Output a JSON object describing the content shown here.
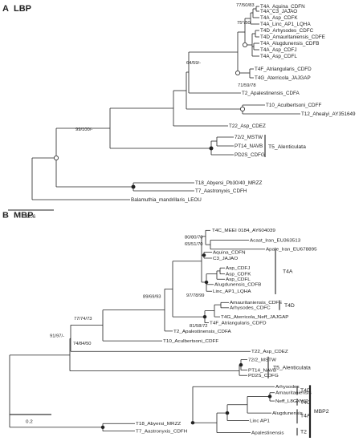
{
  "panels": [
    {
      "id": "A",
      "letter": "A",
      "title": "LBP",
      "scale": "0.06",
      "taxa": [
        "T4A_Aquina_CDFN",
        "T4A_C3_JAJAO",
        "T4A_Asp_CDFK",
        "T4A_Linc_AP1_LQHA",
        "T4D_Arhysodes_CDFC",
        "T4D_Amauritaniensis_CDFE",
        "T4A_Alugdunensis_CDFB",
        "T4A_Asp_CDFJ",
        "T4A_Asp_CDFL",
        "T4F_Atriangularis_CDFD",
        "T4G_Aterricola_JAJGAP",
        "T2_Apalestinensis_CDFA",
        "T10_Aculbertsoni_CDFF",
        "T12_Ahealyi_AY351649",
        "T22_Asp_CDEZ",
        "72/2_MSTW",
        "PT14_NAVB",
        "PD2S_CDFG",
        "T18_Abyersi_Pb30/40_MRZZ",
        "T7_Aastronyxis_CDFH",
        "Balamuthia_mandrillaris_LEOU"
      ],
      "support": [
        "77/50/83",
        "75*/50",
        "64/59/-",
        "71/59/78",
        "99/100/-"
      ],
      "groups": [
        "T5_Alenticulata"
      ]
    },
    {
      "id": "B",
      "letter": "B",
      "title": "MBP",
      "scale": "0.2",
      "taxa": [
        "T4C_MEEI 0184_AY604039",
        "Acast_Iran_EU363513",
        "Apale_Iran_EU678895",
        "Aquina_CDFN",
        "C3_JAJAO",
        "Asp_CDFJ",
        "Asp_CDFK",
        "Asp_CDFL",
        "Alugdunensis_CDFB",
        "Linc_AP1_LQHA",
        "Amauritaniensis_CDFE",
        "Arhysodes_CDFC",
        "T4G_Aterricola_Neff_JAJGAP",
        "T4F_Atriangularis_CDFD",
        "T2_Apalestinensis_CDFA",
        "T10_Aculbertsoni_CDFF",
        "T22_Asp_CDEZ",
        "72/2_MSTW",
        "PT14_NAVB",
        "PD2S_CDFG",
        "Arhysodes",
        "Amauritaniensis",
        "Neff_L8GXW7",
        "Alugdunensis",
        "Linc AP1",
        "Apalestinensis",
        "T18_Abyersi_MRZZ",
        "T7_Aastronyxis_CDFH"
      ],
      "support": [
        "80/80/70",
        "65/51/70",
        "97/78/99",
        "89/69/93",
        "81/58/72",
        "77/74/73",
        "91/97/-",
        "74/84/50"
      ],
      "groups": [
        "T4A",
        "T4D",
        "T5_Alenticulata",
        "T4D",
        "T4G",
        "T4A",
        "T2",
        "MBP2"
      ]
    }
  ]
}
